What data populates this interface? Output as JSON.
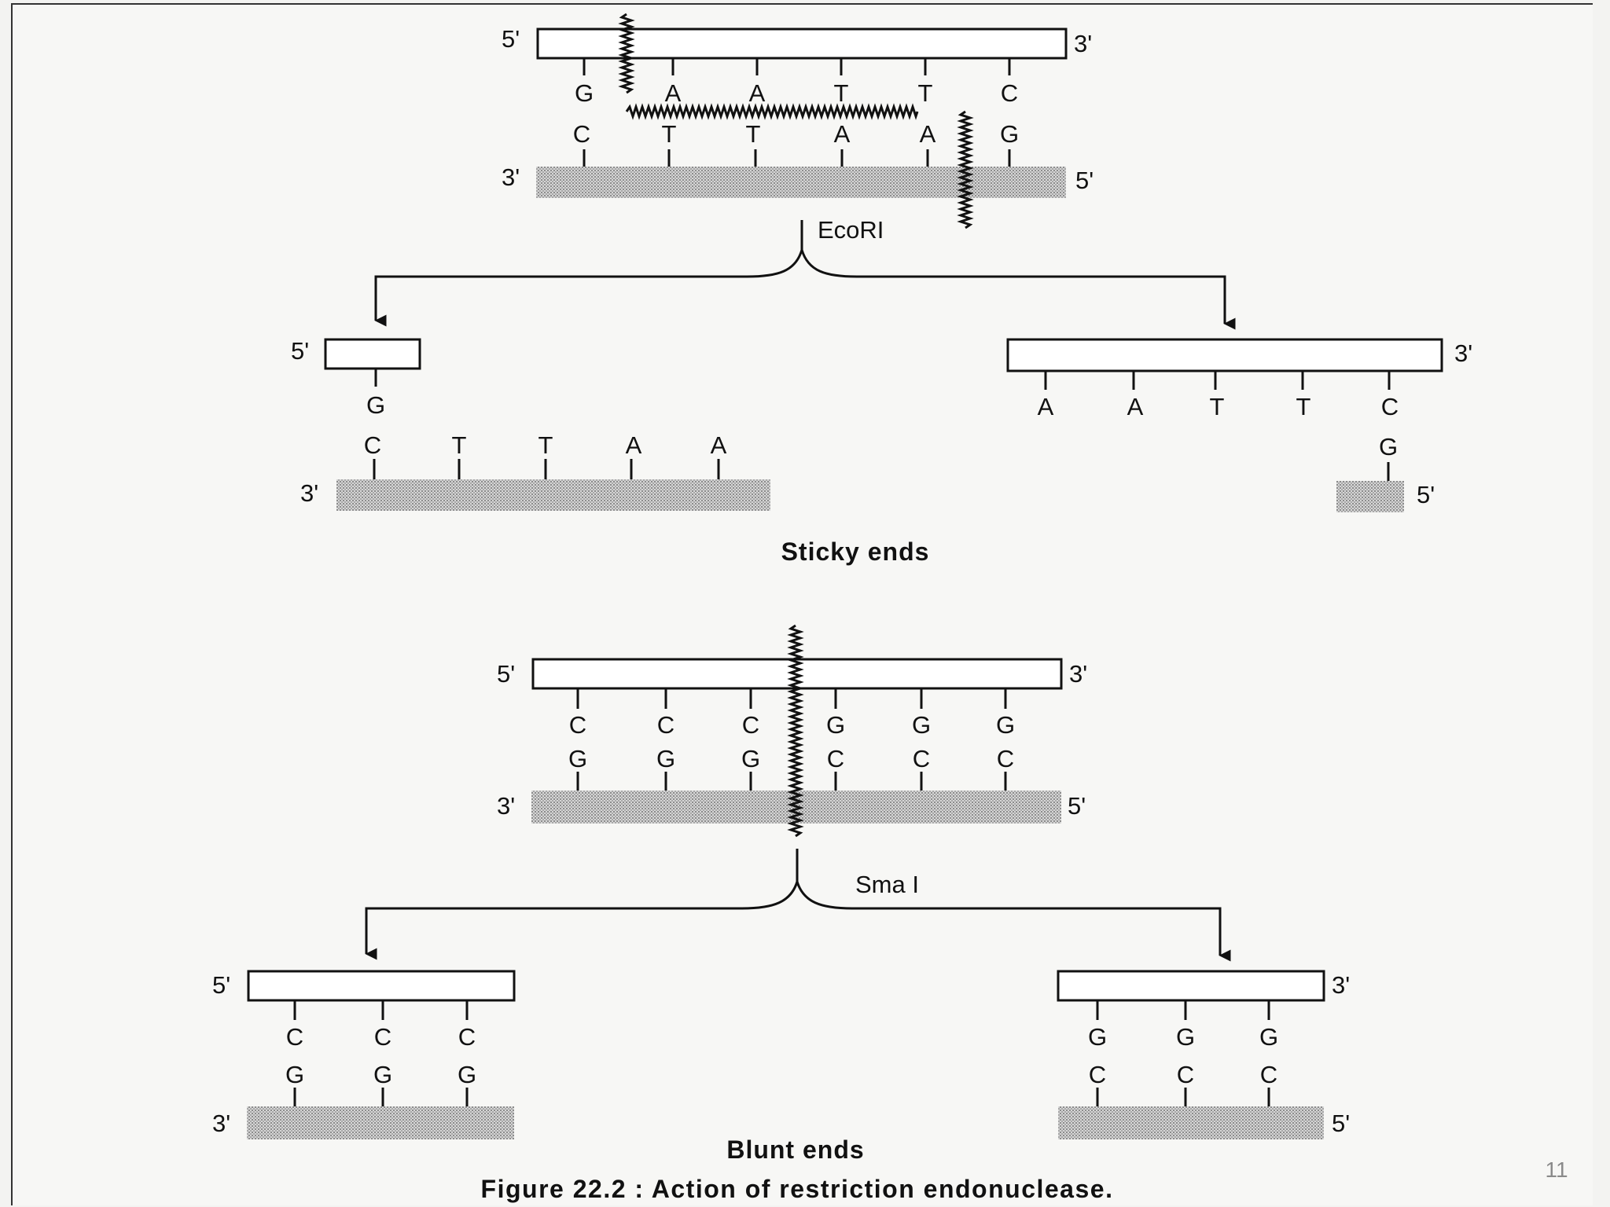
{
  "figure": {
    "caption": "Figure 22.2 : Action of restriction endonuclease.",
    "page_number": "11"
  },
  "sticky": {
    "heading": "Sticky ends",
    "enzyme": "EcoRI",
    "top_bases": [
      "G",
      "A",
      "A",
      "T",
      "T",
      "C"
    ],
    "bottom_bases": [
      "C",
      "T",
      "T",
      "A",
      "A",
      "G"
    ],
    "left_fragment": {
      "top_bases": [
        "G"
      ],
      "bottom_bases": [
        "C",
        "T",
        "T",
        "A",
        "A"
      ]
    },
    "right_fragment": {
      "top_bases": [
        "A",
        "A",
        "T",
        "T",
        "C"
      ],
      "bottom_bases": [
        "G"
      ]
    }
  },
  "blunt": {
    "heading": "Blunt ends",
    "enzyme": "Sma I",
    "top_bases": [
      "C",
      "C",
      "C",
      "G",
      "G",
      "G"
    ],
    "bottom_bases": [
      "G",
      "G",
      "G",
      "C",
      "C",
      "C"
    ],
    "left_fragment": {
      "top_bases": [
        "C",
        "C",
        "C"
      ],
      "bottom_bases": [
        "G",
        "G",
        "G"
      ]
    },
    "right_fragment": {
      "top_bases": [
        "G",
        "G",
        "G"
      ],
      "bottom_bases": [
        "C",
        "C",
        "C"
      ]
    }
  },
  "labels": {
    "five_prime": "5'",
    "three_prime": "3'"
  }
}
